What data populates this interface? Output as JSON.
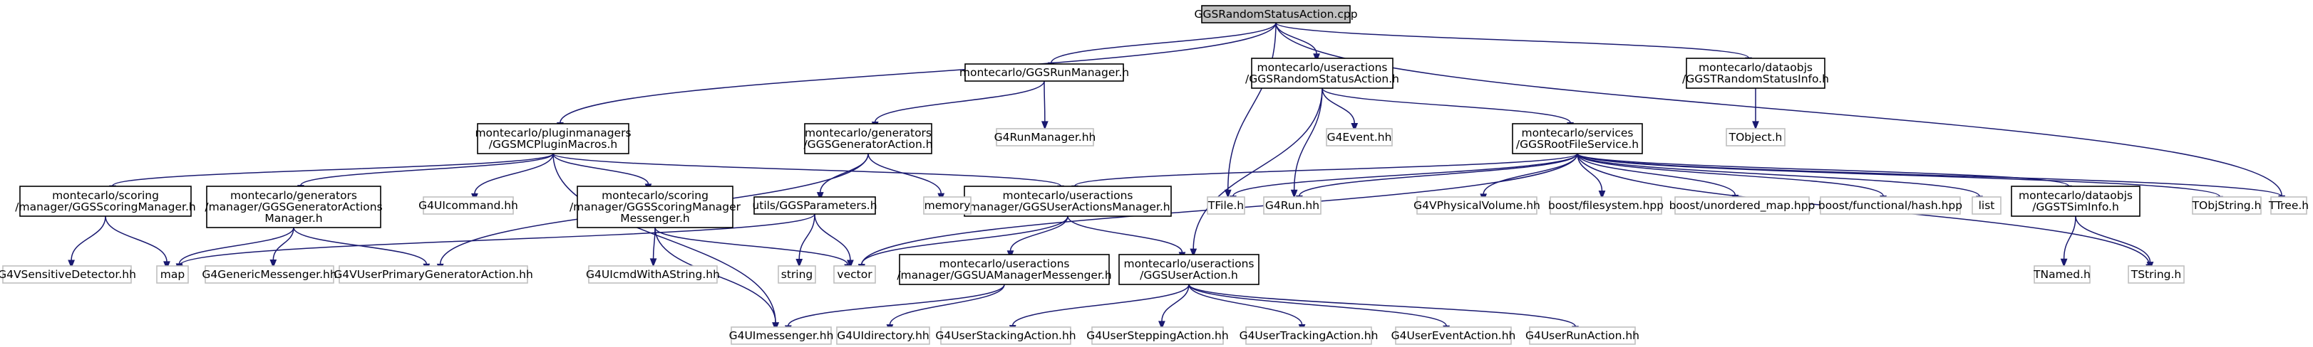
{
  "graph": {
    "nodes": [
      {
        "id": "root",
        "lines": [
          "GGSRandomStatusAction.cpp"
        ],
        "kind": "root"
      },
      {
        "id": "pluginmacros",
        "lines": [
          "montecarlo/pluginmanagers",
          "/GGSMCPluginMacros.h"
        ],
        "kind": "doc"
      },
      {
        "id": "runmanager",
        "lines": [
          "montecarlo/GGSRunManager.h"
        ],
        "kind": "doc"
      },
      {
        "id": "randomstatus",
        "lines": [
          "montecarlo/useractions",
          "/GGSRandomStatusAction.h"
        ],
        "kind": "doc"
      },
      {
        "id": "tfile",
        "lines": [
          "TFile.h"
        ],
        "kind": "ext"
      },
      {
        "id": "randomstatusinfo",
        "lines": [
          "montecarlo/dataobjs",
          "/GGSTRandomStatusInfo.h"
        ],
        "kind": "doc"
      },
      {
        "id": "ttree",
        "lines": [
          "TTree.h"
        ],
        "kind": "ext"
      },
      {
        "id": "scoringmanager",
        "lines": [
          "montecarlo/scoring",
          "/manager/GGSScoringManager.h"
        ],
        "kind": "doc"
      },
      {
        "id": "genactionsmanager",
        "lines": [
          "montecarlo/generators",
          "/manager/GGSGeneratorActions",
          "Manager.h"
        ],
        "kind": "doc"
      },
      {
        "id": "g4uicommand",
        "lines": [
          "G4UIcommand.hh"
        ],
        "kind": "ext"
      },
      {
        "id": "scoringmessenger",
        "lines": [
          "montecarlo/scoring",
          "/manager/GGSScoringManager",
          "Messenger.h"
        ],
        "kind": "doc"
      },
      {
        "id": "g4uimessenger",
        "lines": [
          "G4UImessenger.hh"
        ],
        "kind": "ext"
      },
      {
        "id": "useractionsmanager",
        "lines": [
          "montecarlo/useractions",
          "/manager/GGSUserActionsManager.h"
        ],
        "kind": "doc"
      },
      {
        "id": "map",
        "lines": [
          "map"
        ],
        "kind": "ext"
      },
      {
        "id": "g4vsensitive",
        "lines": [
          "G4VSensitiveDetector.hh"
        ],
        "kind": "ext"
      },
      {
        "id": "genericmessenger",
        "lines": [
          "G4GenericMessenger.hh"
        ],
        "kind": "ext"
      },
      {
        "id": "g4vuserprimary",
        "lines": [
          "G4VUserPrimaryGeneratorAction.hh"
        ],
        "kind": "ext"
      },
      {
        "id": "g4uicmdwithastring",
        "lines": [
          "G4UIcmdWithAString.hh"
        ],
        "kind": "ext"
      },
      {
        "id": "vector",
        "lines": [
          "vector"
        ],
        "kind": "ext"
      },
      {
        "id": "uamanagermessenger",
        "lines": [
          "montecarlo/useractions",
          "/manager/GGSUAManagerMessenger.h"
        ],
        "kind": "doc"
      },
      {
        "id": "useraction",
        "lines": [
          "montecarlo/useractions",
          "/GGSUserAction.h"
        ],
        "kind": "doc"
      },
      {
        "id": "g4runmanager",
        "lines": [
          "G4RunManager.hh"
        ],
        "kind": "ext"
      },
      {
        "id": "generatoraction",
        "lines": [
          "montecarlo/generators",
          "/GGSGeneratorAction.h"
        ],
        "kind": "doc"
      },
      {
        "id": "memory",
        "lines": [
          "memory"
        ],
        "kind": "ext"
      },
      {
        "id": "ggsparameters",
        "lines": [
          "utils/GGSParameters.h"
        ],
        "kind": "doc"
      },
      {
        "id": "string",
        "lines": [
          "string"
        ],
        "kind": "ext"
      },
      {
        "id": "g4event",
        "lines": [
          "G4Event.hh"
        ],
        "kind": "ext"
      },
      {
        "id": "g4run",
        "lines": [
          "G4Run.hh"
        ],
        "kind": "ext"
      },
      {
        "id": "rootfileservice",
        "lines": [
          "montecarlo/services",
          "/GGSRootFileService.h"
        ],
        "kind": "doc"
      },
      {
        "id": "g4vphysicalvolume",
        "lines": [
          "G4VPhysicalVolume.hh"
        ],
        "kind": "ext"
      },
      {
        "id": "boostfilesystem",
        "lines": [
          "boost/filesystem.hpp"
        ],
        "kind": "ext"
      },
      {
        "id": "boostunordered",
        "lines": [
          "boost/unordered_map.hpp"
        ],
        "kind": "ext"
      },
      {
        "id": "boosthash",
        "lines": [
          "boost/functional/hash.hpp"
        ],
        "kind": "ext"
      },
      {
        "id": "list",
        "lines": [
          "list"
        ],
        "kind": "ext"
      },
      {
        "id": "siminfo",
        "lines": [
          "montecarlo/dataobjs",
          "/GGSTSimInfo.h"
        ],
        "kind": "doc"
      },
      {
        "id": "tobjstring",
        "lines": [
          "TObjString.h"
        ],
        "kind": "ext"
      },
      {
        "id": "tobject",
        "lines": [
          "TObject.h"
        ],
        "kind": "ext"
      },
      {
        "id": "tnamed",
        "lines": [
          "TNamed.h"
        ],
        "kind": "ext"
      },
      {
        "id": "tstring",
        "lines": [
          "TString.h"
        ],
        "kind": "ext"
      },
      {
        "id": "g4uidirectory",
        "lines": [
          "G4UIdirectory.hh"
        ],
        "kind": "ext"
      },
      {
        "id": "g4userstacking",
        "lines": [
          "G4UserStackingAction.hh"
        ],
        "kind": "ext"
      },
      {
        "id": "g4usersteppping",
        "lines": [
          "G4UserSteppingAction.hh"
        ],
        "kind": "ext"
      },
      {
        "id": "g4usertracking",
        "lines": [
          "G4UserTrackingAction.hh"
        ],
        "kind": "ext"
      },
      {
        "id": "g4userevent",
        "lines": [
          "G4UserEventAction.hh"
        ],
        "kind": "ext"
      },
      {
        "id": "g4userrun",
        "lines": [
          "G4UserRunAction.hh"
        ],
        "kind": "ext"
      }
    ],
    "edges": [
      [
        "root",
        "pluginmacros"
      ],
      [
        "root",
        "runmanager"
      ],
      [
        "root",
        "randomstatus"
      ],
      [
        "root",
        "tfile"
      ],
      [
        "root",
        "randomstatusinfo"
      ],
      [
        "root",
        "ttree"
      ],
      [
        "pluginmacros",
        "scoringmanager"
      ],
      [
        "pluginmacros",
        "genactionsmanager"
      ],
      [
        "pluginmacros",
        "g4uicommand"
      ],
      [
        "pluginmacros",
        "scoringmessenger"
      ],
      [
        "pluginmacros",
        "g4uimessenger"
      ],
      [
        "pluginmacros",
        "useractionsmanager"
      ],
      [
        "runmanager",
        "generatoraction"
      ],
      [
        "runmanager",
        "g4runmanager"
      ],
      [
        "randomstatus",
        "g4event"
      ],
      [
        "randomstatus",
        "g4run"
      ],
      [
        "randomstatus",
        "rootfileservice"
      ],
      [
        "randomstatus",
        "useraction"
      ],
      [
        "randomstatusinfo",
        "tobject"
      ],
      [
        "generatoraction",
        "g4vuserprimary"
      ],
      [
        "generatoraction",
        "ggsparameters"
      ],
      [
        "generatoraction",
        "memory"
      ],
      [
        "scoringmanager",
        "g4vsensitive"
      ],
      [
        "scoringmanager",
        "map"
      ],
      [
        "genactionsmanager",
        "map"
      ],
      [
        "genactionsmanager",
        "genericmessenger"
      ],
      [
        "genactionsmanager",
        "g4vuserprimary"
      ],
      [
        "scoringmessenger",
        "g4uicmdwithastring"
      ],
      [
        "scoringmessenger",
        "g4uimessenger"
      ],
      [
        "scoringmessenger",
        "vector"
      ],
      [
        "ggsparameters",
        "map"
      ],
      [
        "ggsparameters",
        "string"
      ],
      [
        "ggsparameters",
        "vector"
      ],
      [
        "useractionsmanager",
        "vector"
      ],
      [
        "useractionsmanager",
        "uamanagermessenger"
      ],
      [
        "useractionsmanager",
        "useraction"
      ],
      [
        "uamanagermessenger",
        "g4uimessenger"
      ],
      [
        "uamanagermessenger",
        "g4uidirectory"
      ],
      [
        "useraction",
        "g4userstacking"
      ],
      [
        "useraction",
        "g4usersteppping"
      ],
      [
        "useraction",
        "g4usertracking"
      ],
      [
        "useraction",
        "g4userevent"
      ],
      [
        "useraction",
        "g4userrun"
      ],
      [
        "rootfileservice",
        "useractionsmanager"
      ],
      [
        "rootfileservice",
        "tfile"
      ],
      [
        "rootfileservice",
        "g4run"
      ],
      [
        "rootfileservice",
        "g4vphysicalvolume"
      ],
      [
        "rootfileservice",
        "boostfilesystem"
      ],
      [
        "rootfileservice",
        "boostunordered"
      ],
      [
        "rootfileservice",
        "boosthash"
      ],
      [
        "rootfileservice",
        "list"
      ],
      [
        "rootfileservice",
        "siminfo"
      ],
      [
        "rootfileservice",
        "tobjstring"
      ],
      [
        "rootfileservice",
        "ttree"
      ],
      [
        "rootfileservice",
        "tstring"
      ],
      [
        "rootfileservice",
        "vector"
      ],
      [
        "siminfo",
        "tnamed"
      ],
      [
        "siminfo",
        "tstring"
      ]
    ]
  }
}
